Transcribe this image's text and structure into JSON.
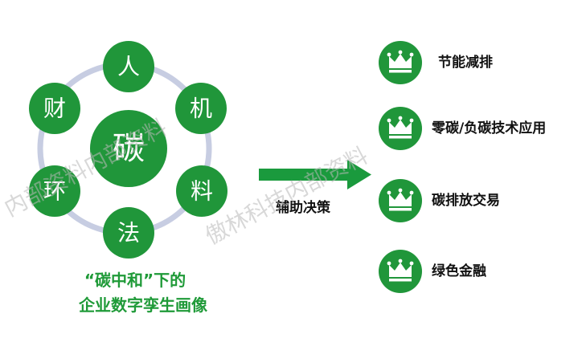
{
  "colors": {
    "node_green": "#20963a",
    "ring_color": "#c7cde2",
    "caption_green": "#1f9a38",
    "arrow_green": "#1a9a3d"
  },
  "hub": {
    "center_label": "碳",
    "nodes": [
      {
        "label": "人"
      },
      {
        "label": "机"
      },
      {
        "label": "料"
      },
      {
        "label": "法"
      },
      {
        "label": "环"
      },
      {
        "label": "财"
      }
    ]
  },
  "caption": {
    "line1": "“碳中和”下的",
    "line2": "企业数字孪生画像"
  },
  "arrow": {
    "label": "辅助决策"
  },
  "outcomes": [
    {
      "label": "节能减排",
      "icon": "crown-icon"
    },
    {
      "label": "零碳/负碳技术应用",
      "icon": "crown-icon"
    },
    {
      "label": "碳排放交易",
      "icon": "crown-icon"
    },
    {
      "label": "绿色金融",
      "icon": "crown-icon"
    }
  ],
  "watermarks": [
    "内部资料内部资料",
    "傲林科技内部资料"
  ]
}
